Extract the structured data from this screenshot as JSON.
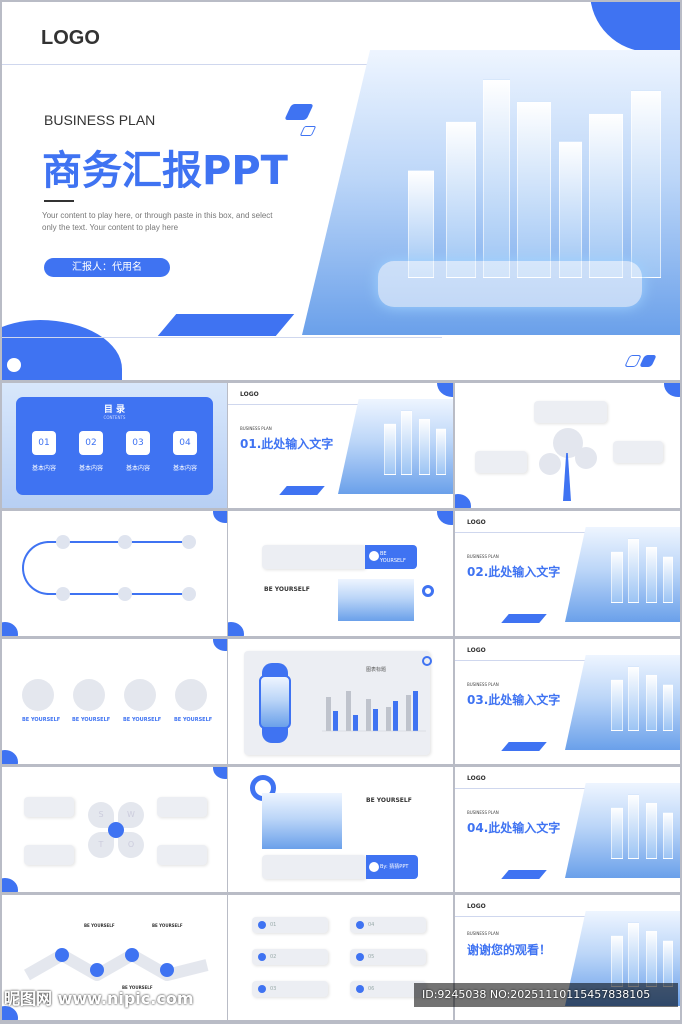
{
  "hero": {
    "logo": "LOGO",
    "subtitle": "BUSINESS PLAN",
    "title": "商务汇报PPT",
    "description": "Your content to play here, or through paste in this box, and select only the text. Your content to play here",
    "reporter": "汇报人：代用名"
  },
  "toc": {
    "title": "目 录",
    "subtitle": "CONTENTS",
    "items": [
      {
        "num": "01",
        "label": "基本内容"
      },
      {
        "num": "02",
        "label": "基本内容"
      },
      {
        "num": "03",
        "label": "基本内容"
      },
      {
        "num": "04",
        "label": "基本内容"
      }
    ]
  },
  "sections": [
    {
      "logo": "LOGO",
      "plan": "BUSINESS PLAN",
      "title": "01.此处输入文字"
    },
    {
      "logo": "LOGO",
      "plan": "BUSINESS PLAN",
      "title": "02.此处输入文字"
    },
    {
      "logo": "LOGO",
      "plan": "BUSINESS PLAN",
      "title": "03.此处输入文字"
    },
    {
      "logo": "LOGO",
      "plan": "BUSINESS PLAN",
      "title": "04.此处输入文字"
    }
  ],
  "thanks": {
    "logo": "LOGO",
    "plan": "BUSINESS PLAN",
    "title": "谢谢您的观看！"
  },
  "be_yourself": "BE YOURSELF",
  "be_yourself_split": "BE\nYOURSELF",
  "swot": [
    "S",
    "W",
    "T",
    "O"
  ],
  "chart_slide": {
    "title": "图表标题"
  },
  "by_label": "By: 猜猜PPT",
  "list_nums": [
    "01",
    "02",
    "03",
    "04",
    "05",
    "06"
  ],
  "watermark": {
    "site": "昵图网 www.nipic.com",
    "id": "ID:9245038 NO:20251110115457838105"
  },
  "colors": {
    "accent": "#3f73f2",
    "light": "#eceef3"
  }
}
